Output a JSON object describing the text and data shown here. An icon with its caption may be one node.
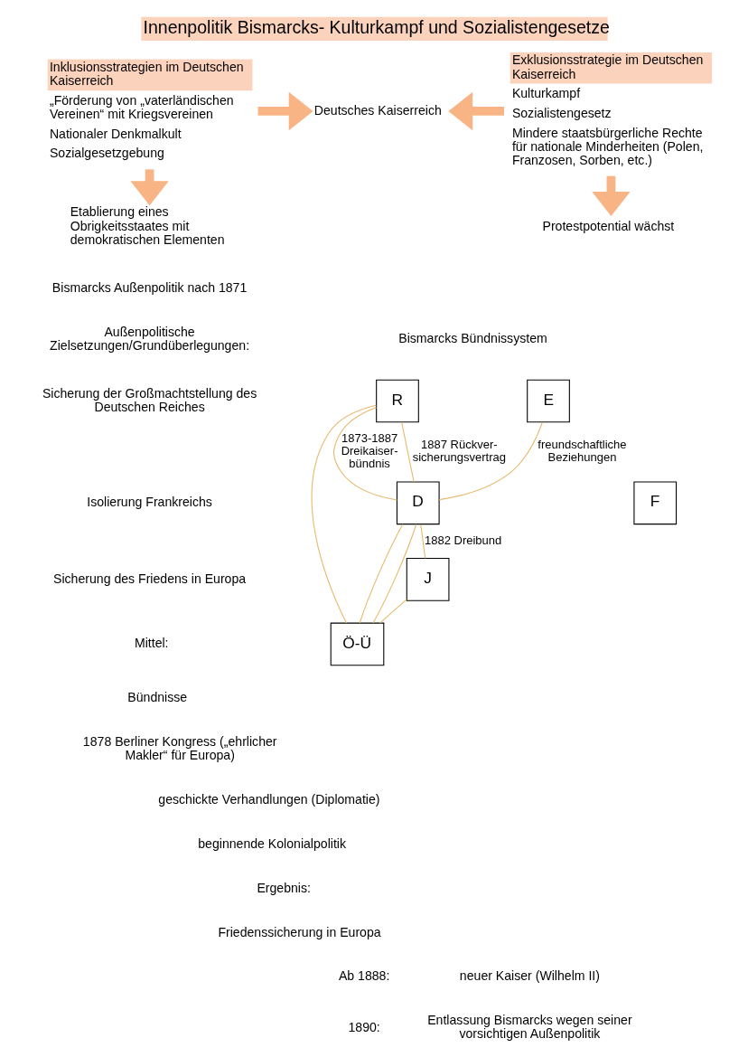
{
  "diagram": {
    "title": "Innenpolitik Bismarcks- Kulturkampf und Sozialistengesetze",
    "nodes": [
      {
        "text": [
          "Inklusionsstrategien im Deutschen Kaiserreich",
          "„Förderung von „vaterländischen Vereinen“ mit Kriegsvereinen",
          "Nationaler Denkmalkult",
          "Sozialgesetzgebung"
        ]
      },
      {
        "text": [
          "Deutsches Kaiserreich"
        ]
      },
      {
        "text": [
          "Exklusionsstrategie im Deutschen Kaiserreich",
          "Kulturkampf",
          "Sozialistengesetz",
          "Mindere staatsbürgerliche Rechte für nationale Minderheiten (Polen, Franzosen, Sorben, etc.)"
        ]
      },
      {
        "text": [
          "Etablierung eines Obrigkeitsstaates mit demokratischen Elementen"
        ]
      },
      {
        "text": [
          "Protestpotential wächst"
        ]
      },
      {
        "text": [
          "E"
        ]
      },
      {
        "text": [
          "R"
        ]
      },
      {
        "text": [
          "D"
        ]
      },
      {
        "text": [
          "F"
        ]
      },
      {
        "text": [
          "Ö-Ü"
        ]
      },
      {
        "text": [
          "J"
        ]
      }
    ],
    "edges": [
      {
        "from": 0,
        "to": 1,
        "arrow": "to",
        "style": "thick",
        "color": "#f8b484"
      },
      {
        "from": 2,
        "to": 1,
        "arrow": "to",
        "style": "thick",
        "color": "#f8b484"
      },
      {
        "from": 0,
        "to": 3,
        "arrow": "to",
        "style": "thick",
        "color": "#f8b484"
      },
      {
        "from": 2,
        "to": 4,
        "arrow": "to",
        "style": "thick",
        "color": "#f8b484"
      },
      {
        "from": 5,
        "to": 7,
        "arrow": "none",
        "label": "freundschaftliche Beziehungen"
      },
      {
        "from": 7,
        "to": 6,
        "arrow": "none",
        "label": "1887 Rückver- sicherungsvertrag"
      },
      {
        "from": 7,
        "to": 6,
        "arrow": "none",
        "label": "1873-1887 Dreikaiser- bündnis"
      },
      {
        "from": 6,
        "to": 9,
        "arrow": "none"
      },
      {
        "from": 7,
        "to": 9,
        "arrow": "none"
      },
      {
        "from": 7,
        "to": 10,
        "arrow": "none",
        "label": "1882 Dreibund"
      },
      {
        "from": 7,
        "to": 9,
        "arrow": "none"
      },
      {
        "from": 10,
        "to": 9,
        "arrow": "none"
      }
    ],
    "labels": [
      "Bismarcks Außenpolitik nach 1871",
      "Außenpolitische Zielsetzungen/Grundüberlegungen:",
      "Sicherung der Großmachtstellung des Deutschen Reiches",
      "Isolierung Frankreichs",
      "Sicherung des Friedens in Europa",
      "Mittel:",
      "Bündnisse",
      "1878 Berliner Kongress („ehrlicher Makler“ für Europa)",
      "geschickte Verhandlungen (Diplomatie)",
      "beginnende Kolonialpolitik",
      "Ergebnis:",
      "Friedenssicherung in Europa",
      "Bismarcks Bündnissystem",
      "Ab 1888:",
      "neuer Kaiser (Wilhelm II)",
      "1890:",
      "Entlassung Bismarcks wegen seiner vorsichtigen Außenpolitik"
    ]
  }
}
